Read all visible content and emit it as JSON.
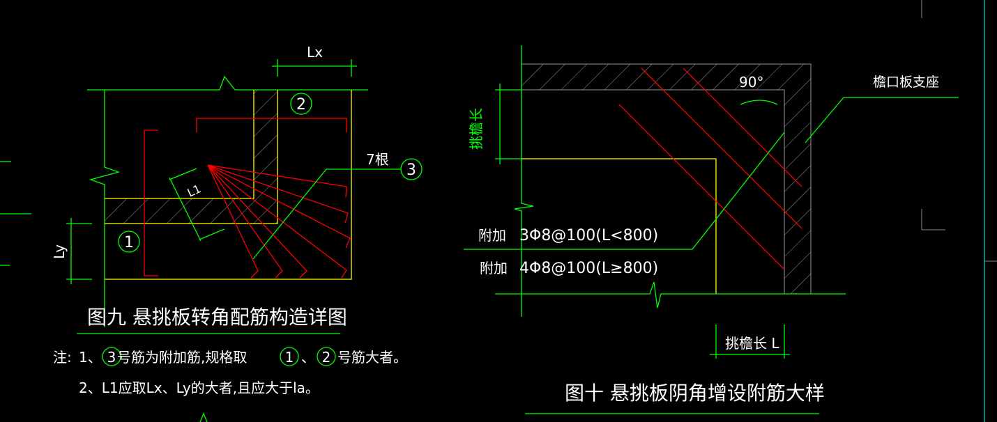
{
  "figure9": {
    "title": "图九 悬挑板转角配筋构造详图",
    "dim_lx": "Lx",
    "dim_ly": "Ly",
    "dim_l1": "L1",
    "bar_count": "7根",
    "markers": [
      "1",
      "2",
      "3"
    ],
    "notes": {
      "prefix": "注:",
      "note1_a": "1、",
      "note1_b": "号筋为附加筋,规格取",
      "note1_c": "、",
      "note1_d": "号筋大者。",
      "note2": "2、L1应取Lx、Ly的大者,且应大于la。"
    }
  },
  "figure10": {
    "title": "图十 悬挑板阴角增设附筋大样",
    "angle": "90°",
    "support_label": "檐口板支座",
    "overhang_label": "挑檐长",
    "overhang_dim": "挑檐长 L",
    "extra1_label": "附加",
    "extra1_spec": "3Φ8@100(L<800)",
    "extra2_label": "附加",
    "extra2_spec": "4Φ8@100(L≥800)"
  },
  "colors": {
    "line": "#00ff00",
    "wall": "#ffff00",
    "rebar": "#ff0000",
    "background": "#000000"
  }
}
